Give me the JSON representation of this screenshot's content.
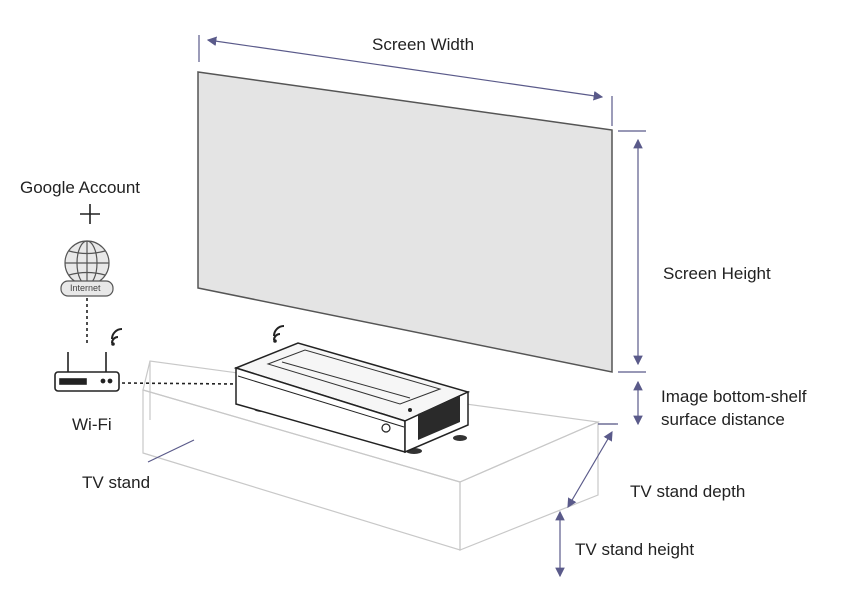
{
  "labels": {
    "screen_width": "Screen Width",
    "screen_height": "Screen Height",
    "google_account": "Google Account",
    "internet": "Internet",
    "wifi": "Wi-Fi",
    "tv_stand": "TV stand",
    "image_bottom_line1": "Image bottom-shelf",
    "image_bottom_line2": "surface distance",
    "tv_stand_depth": "TV stand depth",
    "tv_stand_height": "TV stand height",
    "plus": "+"
  },
  "colors": {
    "screen_fill": "#e4e4e4",
    "screen_stroke": "#555555",
    "dimension_arrow": "#5a5a8a",
    "stand_outline": "#c8c8c8",
    "projector_body": "#ffffff",
    "projector_vent": "#2a2a2a",
    "text": "#222222"
  },
  "icons": {
    "globe": "globe-icon",
    "router": "router-icon",
    "wifi_signal": "wifi-signal-icon"
  }
}
